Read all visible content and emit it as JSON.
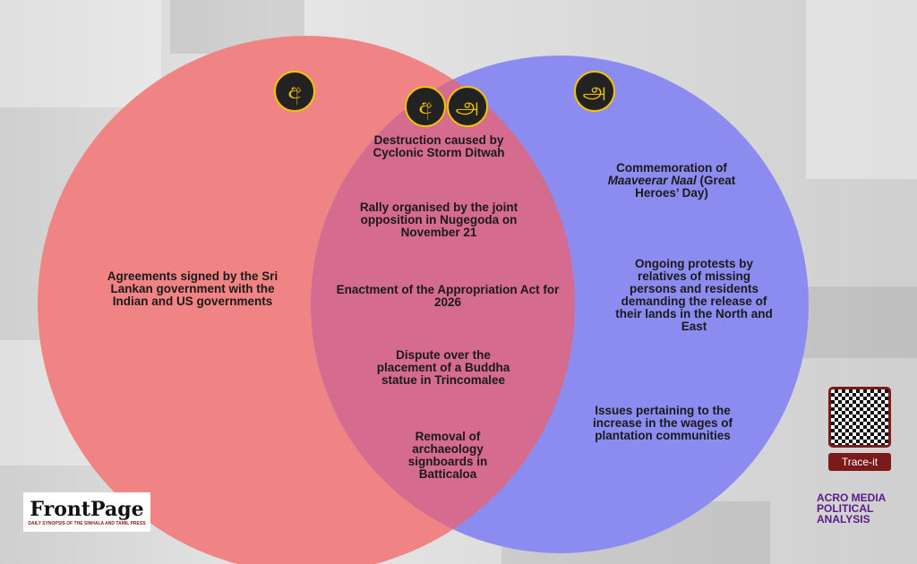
{
  "badges": {
    "sinhala": "අ",
    "tamil": "அ"
  },
  "left_only": [
    "Agreements signed by the Sri Lankan government with the Indian and US governments"
  ],
  "overlap": [
    "Destruction caused by Cyclonic Storm Ditwah",
    "Rally organised by the joint opposition in Nugegoda on November 21",
    "Enactment of the Appropriation Act for 2026",
    "Dispute over the placement of a Buddha statue in Trincomalee",
    "Removal of archaeology signboards in Batticaloa"
  ],
  "right_only": {
    "commemoration_pre": "Commemoration of",
    "commemoration_italic": "Maaveerar Naal",
    "commemoration_post": "(Great Heroes’ Day)",
    "protests": "Ongoing protests by relatives of missing persons and residents demanding the release of their lands in the North and East",
    "wages": "Issues pertaining to the increase in the wages of plantation communities"
  },
  "logos": {
    "frontpage": "FrontPage",
    "frontpage_sub": "DAILY SYNOPSIS OF THE SINHALA AND TAMIL PRESS",
    "trace": "Trace-it",
    "acro1": "ACRO MEDIA",
    "acro2": "POLITICAL",
    "acro3": "ANALYSIS"
  },
  "colors": {
    "left": "#f08484",
    "right": "#8c8cf0",
    "overlap": "#d56b8e",
    "badge_border": "#f2c400"
  }
}
